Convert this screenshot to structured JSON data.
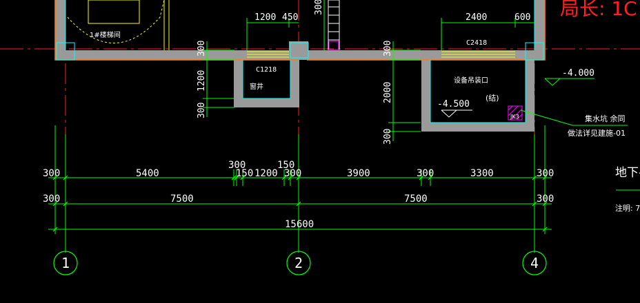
{
  "colors": {
    "background": "#000000",
    "wall": "#9a9a9a",
    "dimension": "#00ff00",
    "axis_red": "#ff2020",
    "outline_orange": "#ff7a18",
    "cyan": "#00ffff",
    "yellow": "#ffff00",
    "white_text": "#ffffff",
    "magenta": "#ff00ff"
  },
  "header_text": "局长: 1C",
  "labels": {
    "stair": "1#楼梯间",
    "window_left": "C1218",
    "window_right": "C2418",
    "window_well": "窗井",
    "equipment_opening": "设备吊装口",
    "structure_note": "(结)",
    "sump_label": "集水坑 余同",
    "sump_ref": "做法详见建施-01",
    "sump_tag": "JK3",
    "level_inner": "-4.500",
    "level_outer": "-4.000",
    "drawing_title_fragment": "地下-",
    "note_fragment": "注明: 7"
  },
  "top_dims": {
    "left_1200": "1200",
    "left_450": "450",
    "right_2400": "2400",
    "right_600": "600",
    "vert_300_top": "300"
  },
  "vertical_dims": {
    "well_300_a": "300",
    "well_1200": "1200",
    "well_300_b": "300",
    "pit_300_a": "300",
    "pit_2000": "2000",
    "pit_300_b": "300"
  },
  "dim_row1": {
    "d300_left": "300",
    "d5400": "5400",
    "d300_upper": "300",
    "d150_a": "150",
    "d1200": "1200",
    "d150_upper": "150",
    "d300_mid": "300",
    "d3900": "3900",
    "d300_b": "300",
    "d3300": "3300",
    "d300_right": "300"
  },
  "dim_row2": {
    "d300_left": "300",
    "d7500_a": "7500",
    "d7500_b": "7500",
    "d300_right": "300"
  },
  "dim_row3": {
    "d15600": "15600"
  },
  "grid_axes": [
    "1",
    "2",
    "4"
  ]
}
